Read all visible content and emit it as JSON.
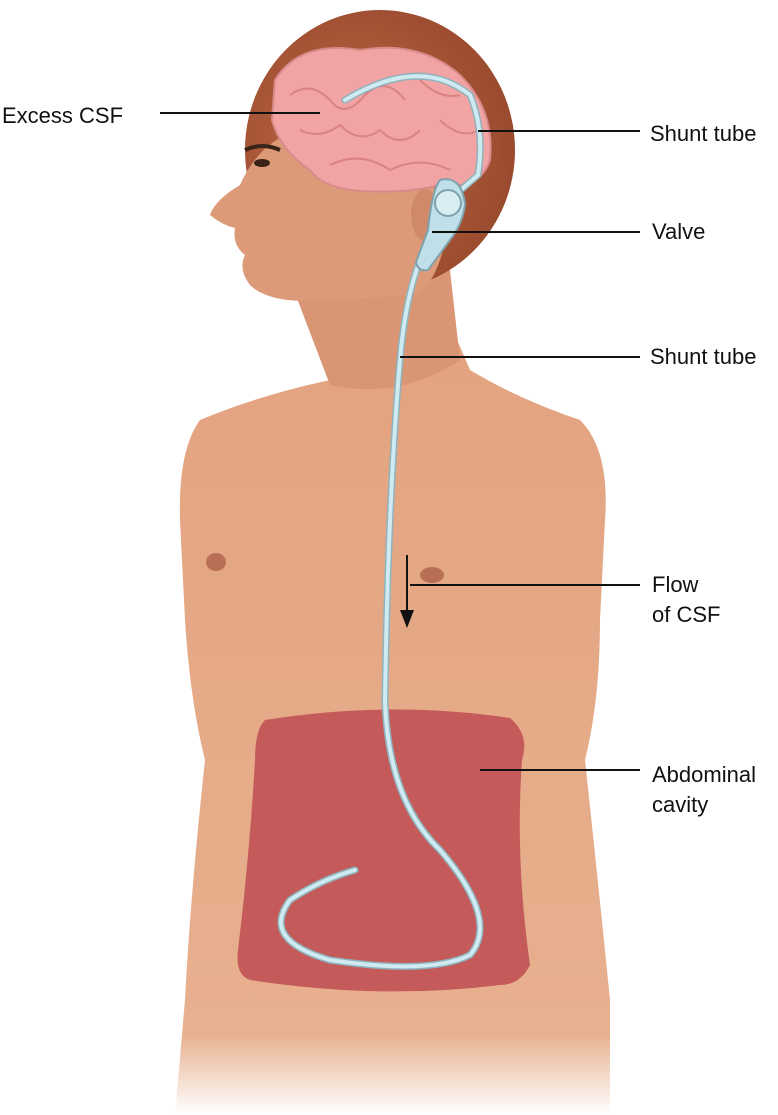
{
  "labels": {
    "excess_csf": "Excess CSF",
    "shunt_tube_upper": "Shunt tube",
    "valve": "Valve",
    "shunt_tube_lower": "Shunt tube",
    "flow_line1": "Flow",
    "flow_line2": "of CSF",
    "abdominal_line1": "Abdominal",
    "abdominal_line2": "cavity"
  },
  "colors": {
    "skin": "#e0a07e",
    "hair": "#a8583a",
    "brain": "#f2a3a3",
    "abdomen": "#c45b5a",
    "tube": "#bfe0e8"
  }
}
